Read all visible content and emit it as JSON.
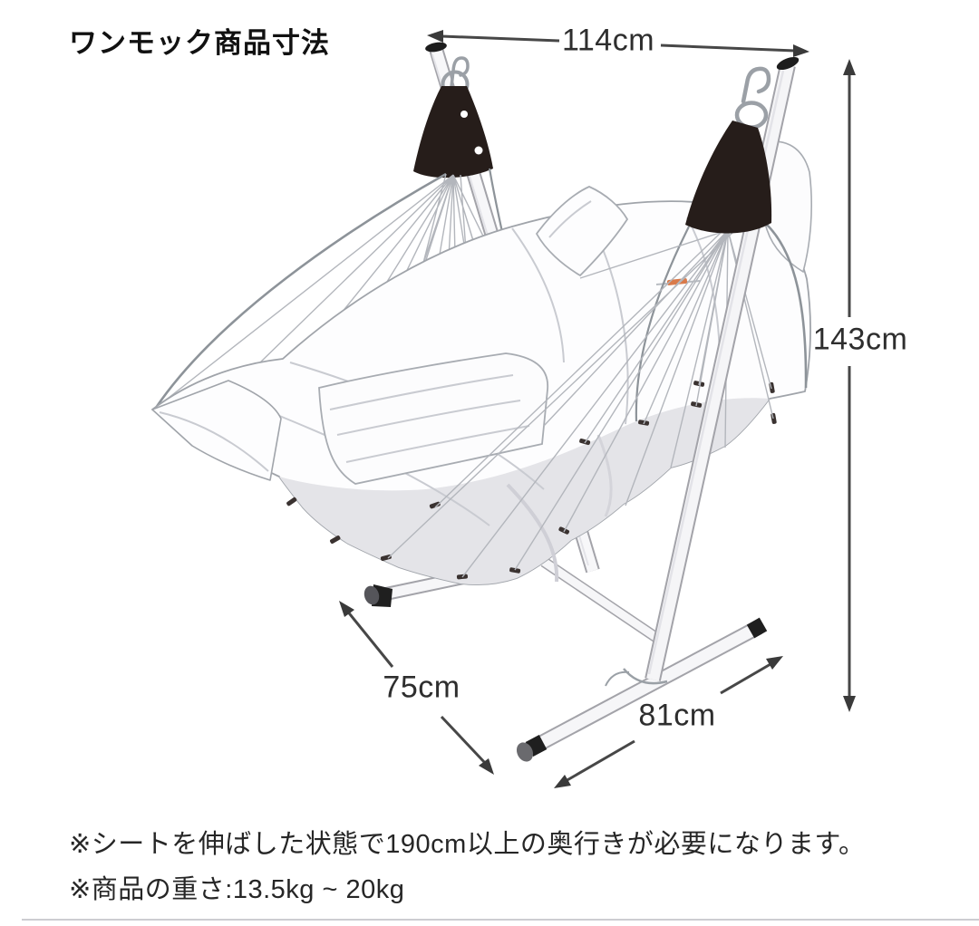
{
  "title": "ワンモック商品寸法",
  "dimensions": {
    "top_width": "114cm",
    "height": "143cm",
    "depth": "75cm",
    "base_length": "81cm"
  },
  "notes": [
    "※シートを伸ばした状態で190cm以上の奥行きが必要になります。",
    "※商品の重さ:13.5kg ~ 20kg"
  ],
  "colors": {
    "background": "#ffffff",
    "line_art": "#a0a4aa",
    "dimension_lines": "#3a3a3a",
    "strap": "#261d1a",
    "fabric_shade": "#e4e4e8",
    "accent_logo": "#d97a4a",
    "text": "#1c1c1c"
  }
}
